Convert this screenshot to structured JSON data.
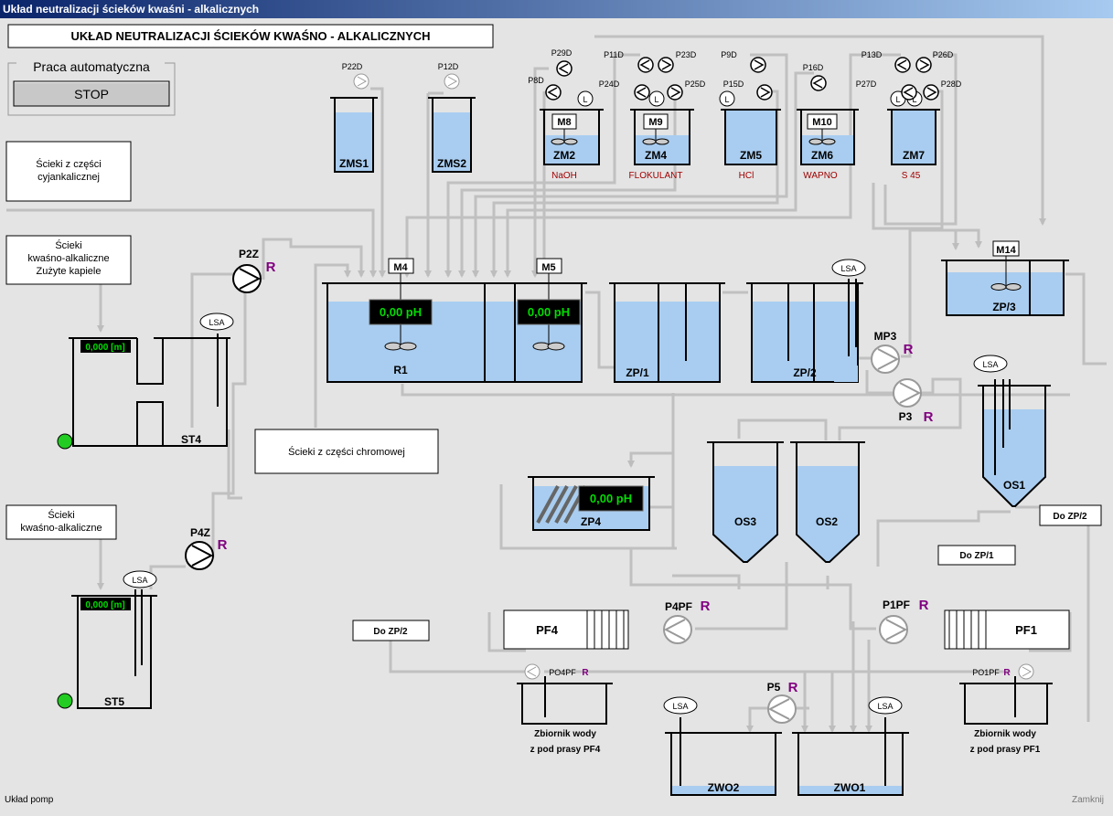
{
  "window": {
    "title": "Układ neutralizacji ścieków kwaśni - alkalicznych"
  },
  "header": {
    "title": "UKŁAD NEUTRALIZACJI ŚCIEKÓW KWAŚNO - ALKALICZNYCH"
  },
  "mode": {
    "label": "Praca automatyczna",
    "stop_label": "STOP"
  },
  "sources": {
    "cyan_l1": "Ścieki z części",
    "cyan_l2": "cyjankalicznej",
    "ka_l1": "Ścieki",
    "ka_l2": "kwaśno-alkaliczne",
    "ka_l3": "Zużyte kapiele",
    "chrom": "Ścieki z części chromowej",
    "ka2_l1": "Ścieki",
    "ka2_l2": "kwaśno-alkaliczne"
  },
  "dosing": {
    "zms1": "ZMS1",
    "zms2": "ZMS2",
    "zm2": "ZM2",
    "zm4": "ZM4",
    "zm5": "ZM5",
    "zm6": "ZM6",
    "zm7": "ZM7",
    "m8": "M8",
    "m9": "M9",
    "m10": "M10",
    "naoh": "NaOH",
    "flok": "FLOKULANT",
    "hcl": "HCl",
    "wapno": "WAPNO",
    "s45": "S 45"
  },
  "pumps": {
    "p22d": "P22D",
    "p12d": "P12D",
    "p29d": "P29D",
    "p8d": "P8D",
    "p11d": "P11D",
    "p23d": "P23D",
    "p24d": "P24D",
    "p25d": "P25D",
    "p9d": "P9D",
    "p15d": "P15D",
    "p16d": "P16D",
    "p13d": "P13D",
    "p26d": "P26D",
    "p27d": "P27D",
    "p28d": "P28D",
    "p2z": "P2Z",
    "p4z": "P4Z",
    "mp3": "MP3",
    "p3": "P3",
    "p4pf": "P4PF",
    "p1pf": "P1PF",
    "p5": "P5",
    "po4pf": "PO4PF",
    "po1pf": "PO1PF",
    "remote": "R"
  },
  "tanks": {
    "st4": "ST4",
    "st5": "ST5",
    "r1": "R1",
    "zp1": "ZP/1",
    "zp2": "ZP/2",
    "zp3": "ZP/3",
    "zp4": "ZP4",
    "os1": "OS1",
    "os2": "OS2",
    "os3": "OS3",
    "pf4": "PF4",
    "pf1": "PF1",
    "zwo1": "ZWO1",
    "zwo2": "ZWO2",
    "zw4_l1": "Zbiornik wody",
    "zw4_l2": "z pod prasy PF4",
    "zw1_l1": "Zbiornik wody",
    "zw1_l2": "z pod prasy PF1",
    "m4": "M4",
    "m5": "M5",
    "m14": "M14",
    "lsa": "LSA",
    "lvl": "L"
  },
  "readings": {
    "ph_r1": "0,00 pH",
    "ph_m5": "0,00 pH",
    "ph_zp4": "0,00 pH",
    "level_st4": "0,000 [m]",
    "level_st5": "0,000 [m]"
  },
  "links": {
    "do_zp2_a": "Do ZP/2",
    "do_zp1": "Do ZP/1",
    "do_zp2_b": "Do ZP/2"
  },
  "footer": {
    "left": "Układ pomp",
    "right": "Zamknij"
  },
  "colors": {
    "water": "#a9cdf0",
    "pipe": "#bdbdbd",
    "ph_bg": "#000000",
    "ph_text": "#00dd00",
    "accent_r": "#800080",
    "chem_label": "#a00000",
    "status_led": "#22cc22"
  }
}
